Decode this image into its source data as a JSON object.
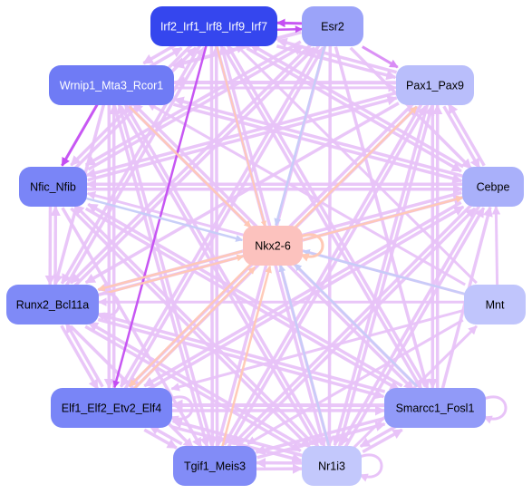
{
  "diagram": {
    "colors": {
      "edge_pink": "#e8c3f8",
      "edge_purple": "#c44ef2",
      "edge_blue": "#c6ccf8",
      "edge_peach": "#ffc8b4",
      "node_dark": "#3546ee",
      "node_mid": "#7a85f7",
      "node_light": "#b7bdfb",
      "node_hub": "#fcc2be"
    },
    "nodes": [
      {
        "id": "irf",
        "label": "Irf2_Irf1_Irf8_Irf9_Irf7",
        "fill": "#3546ee",
        "text_color": "#ffffff"
      },
      {
        "id": "esr2",
        "label": "Esr2",
        "fill": "#9ba3f9",
        "text_color": "#000000"
      },
      {
        "id": "wrnip",
        "label": "Wrnip1_Mta3_Rcor1",
        "fill": "#6f7bf5",
        "text_color": "#ffffff"
      },
      {
        "id": "pax",
        "label": "Pax1_Pax9",
        "fill": "#b9befb",
        "text_color": "#000000"
      },
      {
        "id": "nfic",
        "label": "Nfic_Nfib",
        "fill": "#7a85f7",
        "text_color": "#000000"
      },
      {
        "id": "cebpe",
        "label": "Cebpe",
        "fill": "#a9b0fa",
        "text_color": "#000000"
      },
      {
        "id": "nkx",
        "label": "Nkx2-6",
        "fill": "#fcc2be",
        "text_color": "#000000"
      },
      {
        "id": "runx",
        "label": "Runx2_Bcl11a",
        "fill": "#7f8af7",
        "text_color": "#000000"
      },
      {
        "id": "mnt",
        "label": "Mnt",
        "fill": "#c0c5fc",
        "text_color": "#000000"
      },
      {
        "id": "elf",
        "label": "Elf1_Elf2_Etv2_Elf4",
        "fill": "#7985f7",
        "text_color": "#000000"
      },
      {
        "id": "smarcc",
        "label": "Smarcc1_Fosl1",
        "fill": "#919af8",
        "text_color": "#000000"
      },
      {
        "id": "tgif",
        "label": "Tgif1_Meis3",
        "fill": "#828cf7",
        "text_color": "#000000"
      },
      {
        "id": "nr1i3",
        "label": "Nr1i3",
        "fill": "#c3c8fc",
        "text_color": "#000000"
      }
    ],
    "edges": [
      {
        "from": "wrnip",
        "to": "nfic",
        "color": "#c44ef2",
        "width": 3
      },
      {
        "from": "irf",
        "to": "elf",
        "color": "#c44ef2",
        "width": 2.5
      },
      {
        "from": "esr2",
        "to": "irf",
        "color": "#c44ef2",
        "width": 3
      },
      {
        "from": "irf",
        "to": "esr2",
        "color": "#c44ef2",
        "width": 2.5
      },
      {
        "from": "esr2",
        "to": "pax",
        "color": "#d98cf5",
        "width": 3
      },
      {
        "from": "wrnip",
        "to": "nkx",
        "color": "#ffc8b4",
        "width": 2.5
      },
      {
        "from": "runx",
        "to": "nkx",
        "color": "#ffc8b4",
        "width": 2.5
      },
      {
        "from": "elf",
        "to": "nkx",
        "color": "#ffc8b4",
        "width": 2.5
      },
      {
        "from": "tgif",
        "to": "nkx",
        "color": "#ffc8b4",
        "width": 2.5
      },
      {
        "from": "nkx",
        "to": "pax",
        "color": "#ffc8b4",
        "width": 2.5
      },
      {
        "from": "nkx",
        "to": "cebpe",
        "color": "#ffc8b4",
        "width": 2.5
      },
      {
        "from": "nkx",
        "to": "runx",
        "color": "#ffc8b4",
        "width": 2.5
      },
      {
        "from": "nkx",
        "to": "elf",
        "color": "#ffc8b4",
        "width": 2.5
      },
      {
        "from": "irf",
        "to": "nkx",
        "color": "#ffc8b4",
        "width": 2
      },
      {
        "from": "mnt",
        "to": "nkx",
        "color": "#c6ccf8",
        "width": 2.5
      },
      {
        "from": "smarcc",
        "to": "nkx",
        "color": "#c6ccf8",
        "width": 2.5
      },
      {
        "from": "nr1i3",
        "to": "nkx",
        "color": "#c6ccf8",
        "width": 2.5
      },
      {
        "from": "esr2",
        "to": "nkx",
        "color": "#c6ccf8",
        "width": 2.5
      },
      {
        "from": "nfic",
        "to": "nkx",
        "color": "#c6ccf8",
        "width": 2.5
      },
      {
        "from": "esr2",
        "to": "wrnip",
        "color": "#e8c3f8",
        "width": 4
      },
      {
        "from": "pax",
        "to": "wrnip",
        "color": "#e8c3f8",
        "width": 4
      },
      {
        "from": "wrnip",
        "to": "pax",
        "color": "#e8c3f8",
        "width": 3
      },
      {
        "from": "esr2",
        "to": "nfic",
        "color": "#e8c3f8",
        "width": 3.5
      },
      {
        "from": "esr2",
        "to": "runx",
        "color": "#e8c3f8",
        "width": 3.5
      },
      {
        "from": "esr2",
        "to": "elf",
        "color": "#e8c3f8",
        "width": 3.5
      },
      {
        "from": "esr2",
        "to": "tgif",
        "color": "#e8c3f8",
        "width": 3.5
      },
      {
        "from": "esr2",
        "to": "nr1i3",
        "color": "#e8c3f8",
        "width": 3.5
      },
      {
        "from": "esr2",
        "to": "smarcc",
        "color": "#e8c3f8",
        "width": 3.5
      },
      {
        "from": "esr2",
        "to": "cebpe",
        "color": "#e8c3f8",
        "width": 3.5
      },
      {
        "from": "pax",
        "to": "nfic",
        "color": "#e8c3f8",
        "width": 3.5
      },
      {
        "from": "pax",
        "to": "runx",
        "color": "#e8c3f8",
        "width": 3.5
      },
      {
        "from": "pax",
        "to": "elf",
        "color": "#e8c3f8",
        "width": 3.5
      },
      {
        "from": "pax",
        "to": "tgif",
        "color": "#e8c3f8",
        "width": 3.5
      },
      {
        "from": "pax",
        "to": "nr1i3",
        "color": "#e8c3f8",
        "width": 3.5
      },
      {
        "from": "pax",
        "to": "smarcc",
        "color": "#e8c3f8",
        "width": 3.5
      },
      {
        "from": "pax",
        "to": "irf",
        "color": "#e8c3f8",
        "width": 3.5
      },
      {
        "from": "cebpe",
        "to": "nfic",
        "color": "#e8c3f8",
        "width": 3.5
      },
      {
        "from": "cebpe",
        "to": "runx",
        "color": "#e8c3f8",
        "width": 3.5
      },
      {
        "from": "cebpe",
        "to": "elf",
        "color": "#e8c3f8",
        "width": 3.5
      },
      {
        "from": "cebpe",
        "to": "tgif",
        "color": "#e8c3f8",
        "width": 3.5
      },
      {
        "from": "cebpe",
        "to": "nr1i3",
        "color": "#e8c3f8",
        "width": 3.5
      },
      {
        "from": "cebpe",
        "to": "wrnip",
        "color": "#e8c3f8",
        "width": 3.5
      },
      {
        "from": "cebpe",
        "to": "irf",
        "color": "#e8c3f8",
        "width": 3.5
      },
      {
        "from": "mnt",
        "to": "cebpe",
        "color": "#e8c3f8",
        "width": 3
      },
      {
        "from": "mnt",
        "to": "runx",
        "color": "#e8c3f8",
        "width": 3
      },
      {
        "from": "mnt",
        "to": "elf",
        "color": "#e8c3f8",
        "width": 3
      },
      {
        "from": "mnt",
        "to": "tgif",
        "color": "#e8c3f8",
        "width": 3
      },
      {
        "from": "mnt",
        "to": "irf",
        "color": "#e8c3f8",
        "width": 3
      },
      {
        "from": "mnt",
        "to": "wrnip",
        "color": "#e8c3f8",
        "width": 3
      },
      {
        "from": "mnt",
        "to": "nfic",
        "color": "#e8c3f8",
        "width": 3
      },
      {
        "from": "smarcc",
        "to": "elf",
        "color": "#e8c3f8",
        "width": 4
      },
      {
        "from": "smarcc",
        "to": "tgif",
        "color": "#e8c3f8",
        "width": 3.5
      },
      {
        "from": "smarcc",
        "to": "runx",
        "color": "#e8c3f8",
        "width": 3.5
      },
      {
        "from": "smarcc",
        "to": "nfic",
        "color": "#e8c3f8",
        "width": 3.5
      },
      {
        "from": "smarcc",
        "to": "wrnip",
        "color": "#e8c3f8",
        "width": 3.5
      },
      {
        "from": "smarcc",
        "to": "irf",
        "color": "#e8c3f8",
        "width": 3.5
      },
      {
        "from": "smarcc",
        "to": "pax",
        "color": "#e8c3f8",
        "width": 3.5
      },
      {
        "from": "smarcc",
        "to": "cebpe",
        "color": "#e8c3f8",
        "width": 3.5
      },
      {
        "from": "nr1i3",
        "to": "tgif",
        "color": "#e8c3f8",
        "width": 3.5
      },
      {
        "from": "nr1i3",
        "to": "elf",
        "color": "#e8c3f8",
        "width": 3.5
      },
      {
        "from": "nr1i3",
        "to": "runx",
        "color": "#e8c3f8",
        "width": 3.5
      },
      {
        "from": "nr1i3",
        "to": "nfic",
        "color": "#e8c3f8",
        "width": 3.5
      },
      {
        "from": "nr1i3",
        "to": "wrnip",
        "color": "#e8c3f8",
        "width": 3.5
      },
      {
        "from": "nr1i3",
        "to": "irf",
        "color": "#e8c3f8",
        "width": 3.5
      },
      {
        "from": "nr1i3",
        "to": "pax",
        "color": "#e8c3f8",
        "width": 3.5
      },
      {
        "from": "nr1i3",
        "to": "cebpe",
        "color": "#e8c3f8",
        "width": 3.5
      },
      {
        "from": "nr1i3",
        "to": "smarcc",
        "color": "#e8c3f8",
        "width": 3.5
      },
      {
        "from": "tgif",
        "to": "nr1i3",
        "color": "#e8c3f8",
        "width": 3.5
      },
      {
        "from": "tgif",
        "to": "elf",
        "color": "#e8c3f8",
        "width": 3.5
      },
      {
        "from": "tgif",
        "to": "wrnip",
        "color": "#e8c3f8",
        "width": 3.5
      },
      {
        "from": "tgif",
        "to": "irf",
        "color": "#e8c3f8",
        "width": 3.5
      },
      {
        "from": "tgif",
        "to": "cebpe",
        "color": "#e8c3f8",
        "width": 3.5
      },
      {
        "from": "tgif",
        "to": "pax",
        "color": "#e8c3f8",
        "width": 3.5
      },
      {
        "from": "elf",
        "to": "tgif",
        "color": "#e8c3f8",
        "width": 3.5
      },
      {
        "from": "elf",
        "to": "nr1i3",
        "color": "#e8c3f8",
        "width": 3.5
      },
      {
        "from": "elf",
        "to": "smarcc",
        "color": "#e8c3f8",
        "width": 3.5
      },
      {
        "from": "elf",
        "to": "runx",
        "color": "#e8c3f8",
        "width": 3.5
      },
      {
        "from": "elf",
        "to": "wrnip",
        "color": "#e8c3f8",
        "width": 3.5
      },
      {
        "from": "elf",
        "to": "cebpe",
        "color": "#e8c3f8",
        "width": 3.5
      },
      {
        "from": "elf",
        "to": "pax",
        "color": "#e8c3f8",
        "width": 3.5
      },
      {
        "from": "elf",
        "to": "esr2",
        "color": "#e8c3f8",
        "width": 3.5
      },
      {
        "from": "runx",
        "to": "nfic",
        "color": "#e8c3f8",
        "width": 3.5
      },
      {
        "from": "runx",
        "to": "elf",
        "color": "#e8c3f8",
        "width": 3.5
      },
      {
        "from": "runx",
        "to": "tgif",
        "color": "#e8c3f8",
        "width": 3.5
      },
      {
        "from": "runx",
        "to": "nr1i3",
        "color": "#e8c3f8",
        "width": 3.5
      },
      {
        "from": "runx",
        "to": "smarcc",
        "color": "#e8c3f8",
        "width": 3.5
      },
      {
        "from": "runx",
        "to": "cebpe",
        "color": "#e8c3f8",
        "width": 3.5
      },
      {
        "from": "runx",
        "to": "irf",
        "color": "#e8c3f8",
        "width": 3.5
      },
      {
        "from": "runx",
        "to": "esr2",
        "color": "#e8c3f8",
        "width": 3.5
      },
      {
        "from": "nfic",
        "to": "runx",
        "color": "#e8c3f8",
        "width": 3.5
      },
      {
        "from": "nfic",
        "to": "cebpe",
        "color": "#e8c3f8",
        "width": 3.5
      },
      {
        "from": "nfic",
        "to": "smarcc",
        "color": "#e8c3f8",
        "width": 3.5
      },
      {
        "from": "nfic",
        "to": "nr1i3",
        "color": "#e8c3f8",
        "width": 3.5
      },
      {
        "from": "nfic",
        "to": "tgif",
        "color": "#e8c3f8",
        "width": 3.5
      },
      {
        "from": "nfic",
        "to": "irf",
        "color": "#e8c3f8",
        "width": 3.5
      },
      {
        "from": "nfic",
        "to": "esr2",
        "color": "#e8c3f8",
        "width": 3.5
      },
      {
        "from": "nfic",
        "to": "pax",
        "color": "#e8c3f8",
        "width": 3.5
      },
      {
        "from": "wrnip",
        "to": "runx",
        "color": "#e8c3f8",
        "width": 3.5
      },
      {
        "from": "wrnip",
        "to": "elf",
        "color": "#e8c3f8",
        "width": 3.5
      },
      {
        "from": "wrnip",
        "to": "tgif",
        "color": "#e8c3f8",
        "width": 3.5
      },
      {
        "from": "wrnip",
        "to": "nr1i3",
        "color": "#e8c3f8",
        "width": 3.5
      },
      {
        "from": "wrnip",
        "to": "smarcc",
        "color": "#e8c3f8",
        "width": 3.5
      },
      {
        "from": "wrnip",
        "to": "cebpe",
        "color": "#e8c3f8",
        "width": 3.5
      },
      {
        "from": "wrnip",
        "to": "irf",
        "color": "#e8c3f8",
        "width": 3.5
      },
      {
        "from": "irf",
        "to": "wrnip",
        "color": "#e8c3f8",
        "width": 3.5
      },
      {
        "from": "irf",
        "to": "nfic",
        "color": "#e8c3f8",
        "width": 3.5
      },
      {
        "from": "irf",
        "to": "runx",
        "color": "#e8c3f8",
        "width": 3.5
      },
      {
        "from": "irf",
        "to": "tgif",
        "color": "#e8c3f8",
        "width": 3.5
      },
      {
        "from": "irf",
        "to": "nr1i3",
        "color": "#e8c3f8",
        "width": 3.5
      },
      {
        "from": "irf",
        "to": "smarcc",
        "color": "#e8c3f8",
        "width": 3.5
      },
      {
        "from": "irf",
        "to": "cebpe",
        "color": "#e8c3f8",
        "width": 3.5
      },
      {
        "from": "irf",
        "to": "pax",
        "color": "#e8c3f8",
        "width": 3.5
      },
      {
        "from": "cebpe",
        "to": "pax",
        "color": "#e8c3f8",
        "width": 3.5
      },
      {
        "from": "pax",
        "to": "cebpe",
        "color": "#e8c3f8",
        "width": 3.5
      },
      {
        "from": "nr1i3",
        "to": "mnt",
        "color": "#e8c3f8",
        "width": 3
      },
      {
        "from": "tgif",
        "to": "smarcc",
        "color": "#e8c3f8",
        "width": 3.5
      },
      {
        "from": "smarcc",
        "to": "nr1i3",
        "color": "#e8c3f8",
        "width": 3.5
      }
    ],
    "self_loops": [
      {
        "node": "nkx",
        "color": "#ffc8b4"
      },
      {
        "node": "runx",
        "color": "#e8c3f8"
      },
      {
        "node": "nr1i3",
        "color": "#e8c3f8"
      },
      {
        "node": "elf",
        "color": "#e8c3f8"
      },
      {
        "node": "smarcc",
        "color": "#e8c3f8"
      }
    ]
  }
}
